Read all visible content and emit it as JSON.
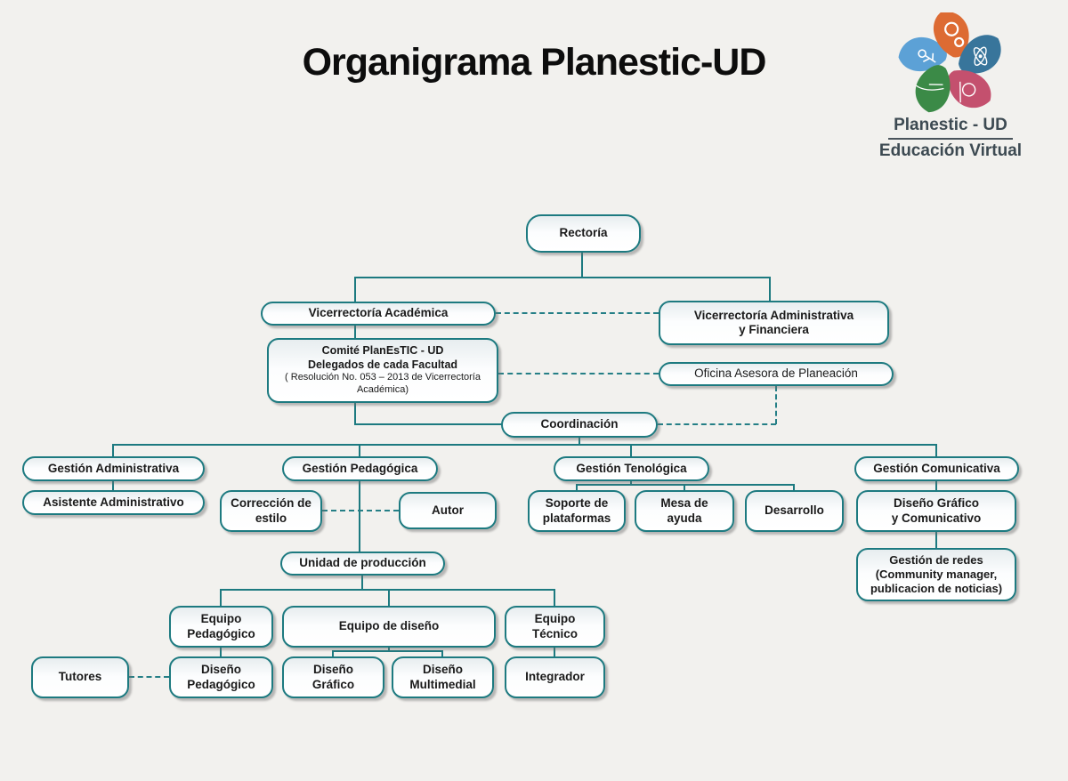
{
  "title": "Organigrama Planestic-UD",
  "logo": {
    "line1": "Planestic - UD",
    "line2": "Educación Virtual",
    "petal_colors": {
      "usb": "#5ca1d6",
      "gears": "#dd6b33",
      "atom": "#38759b",
      "art": "#c4506e",
      "science": "#3b8a47"
    }
  },
  "colors": {
    "box_border": "#1d7a80",
    "connector_solid": "#1d7a80",
    "connector_dashed": "#257f86",
    "background": "#f2f1ee"
  },
  "nodes": {
    "rectoria": {
      "label": "Rectoría"
    },
    "vice_academica": {
      "label": "Vicerrectoría Académica"
    },
    "vice_admin": {
      "label": "Vicerrectoría Administrativa\ny Financiera"
    },
    "comite": {
      "title": "Comité PlanEsTIC - UD\nDelegados de cada Facultad",
      "subtitle": "( Resolución No. 053 – 2013 de Vicerrectoría\nAcadémica)"
    },
    "oficina": {
      "label": "Oficina Asesora de Planeación"
    },
    "coordinacion": {
      "label": "Coordinación"
    },
    "gestion_administrativa": {
      "label": "Gestión Administrativa"
    },
    "asistente_administrativo": {
      "label": "Asistente Administrativo"
    },
    "gestion_pedagogica": {
      "label": "Gestión Pedagógica"
    },
    "correccion_estilo": {
      "label": "Corrección de\nestilo"
    },
    "autor": {
      "label": "Autor"
    },
    "gestion_tenologica": {
      "label": "Gestión Tenológica"
    },
    "soporte_plataformas": {
      "label": "Soporte de\nplataformas"
    },
    "mesa_ayuda": {
      "label": "Mesa de\nayuda"
    },
    "desarrollo": {
      "label": "Desarrollo"
    },
    "gestion_comunicativa": {
      "label": "Gestión Comunicativa"
    },
    "diseno_grafico_comunicativo": {
      "label": "Diseño Gráfico\ny Comunicativo"
    },
    "gestion_redes": {
      "label": "Gestión de redes\n(Community manager,\npublicacion de noticias)"
    },
    "unidad_produccion": {
      "label": "Unidad de producción"
    },
    "equipo_pedagogico": {
      "label": "Equipo\nPedagógico"
    },
    "equipo_diseno": {
      "label": "Equipo de diseño"
    },
    "equipo_tecnico": {
      "label": "Equipo\nTécnico"
    },
    "tutores": {
      "label": "Tutores"
    },
    "diseno_pedagogico": {
      "label": "Diseño\nPedagógico"
    },
    "diseno_grafico": {
      "label": "Diseño\nGráfico"
    },
    "diseno_multimedial": {
      "label": "Diseño\nMultimedial"
    },
    "integrador": {
      "label": "Integrador"
    }
  }
}
